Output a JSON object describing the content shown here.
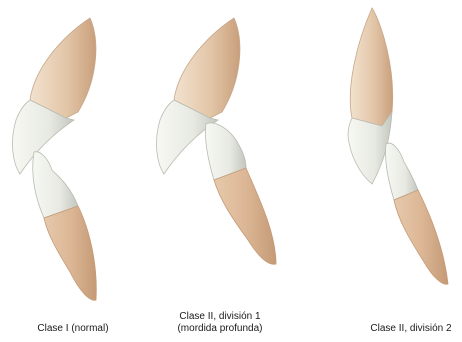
{
  "figure": {
    "captions": [
      {
        "lines": [
          "Clase I (normal)"
        ]
      },
      {
        "lines": [
          "Clase II, división 1",
          "(mordida profunda)"
        ]
      },
      {
        "lines": [
          "Clase II, división 2"
        ]
      }
    ]
  },
  "colors": {
    "root": "#dcbc9c",
    "root_shade": "#c99f7c",
    "crown": "#eeefe9",
    "crown_shade": "#c8cbc3",
    "outline": "#b49a82"
  }
}
